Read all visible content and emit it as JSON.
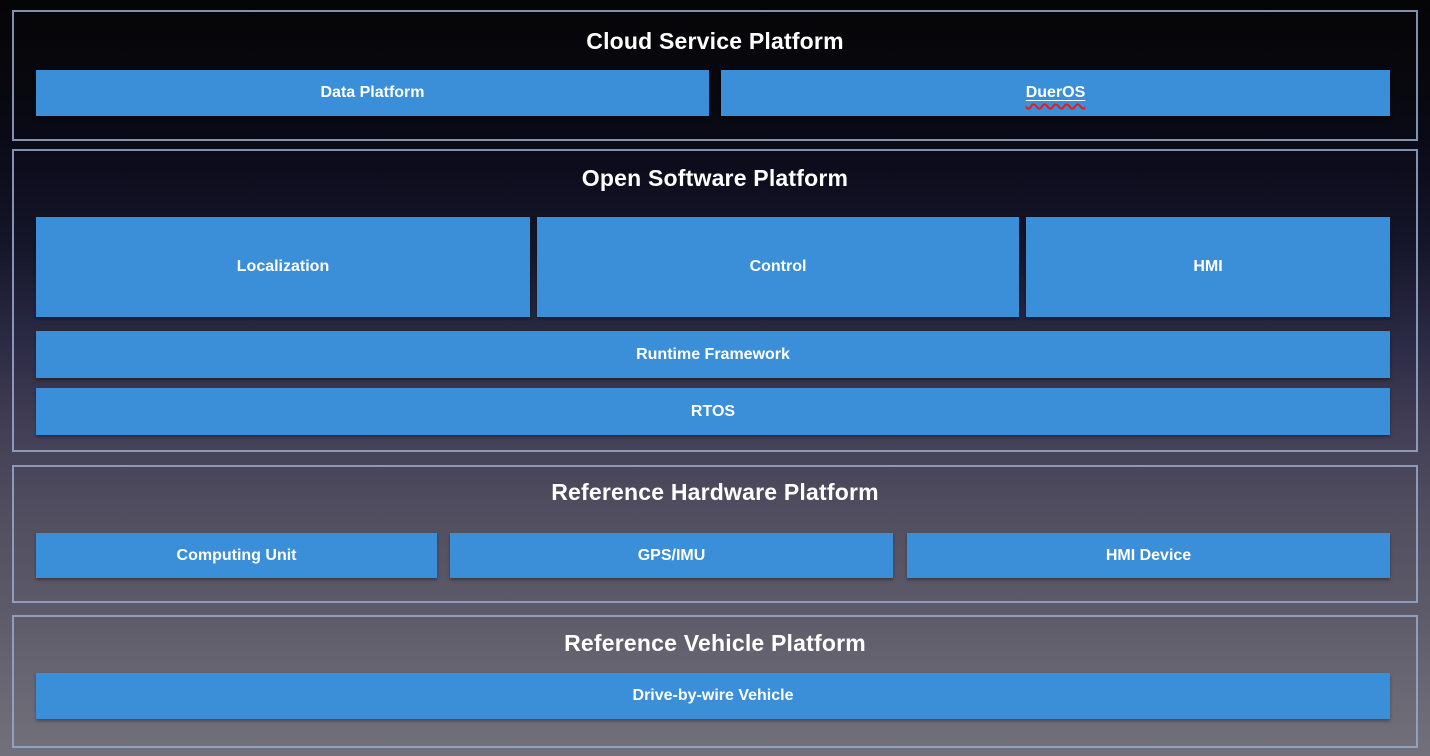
{
  "colors": {
    "block_blue": "#3a8fd8",
    "section_border": "#96aacd",
    "title_text": "#ffffff",
    "block_text": "#ffffff",
    "spellcheck_squiggle": "#f01818",
    "background_top": "#050507",
    "background_bottom": "#72717b"
  },
  "sections": [
    {
      "title": "Cloud Service Platform",
      "boxes": [
        {
          "label": "Data Platform"
        },
        {
          "label": "DuerOS",
          "spellcheck_underline": true
        }
      ]
    },
    {
      "title": "Open Software Platform",
      "boxes": [
        {
          "label": "Localization"
        },
        {
          "label": "Control"
        },
        {
          "label": "HMI"
        },
        {
          "label": "Runtime Framework"
        },
        {
          "label": "RTOS"
        }
      ]
    },
    {
      "title": "Reference Hardware Platform",
      "boxes": [
        {
          "label": "Computing Unit"
        },
        {
          "label": "GPS/IMU"
        },
        {
          "label": "HMI Device"
        }
      ]
    },
    {
      "title": "Reference Vehicle Platform",
      "boxes": [
        {
          "label": "Drive-by-wire Vehicle"
        }
      ]
    }
  ]
}
